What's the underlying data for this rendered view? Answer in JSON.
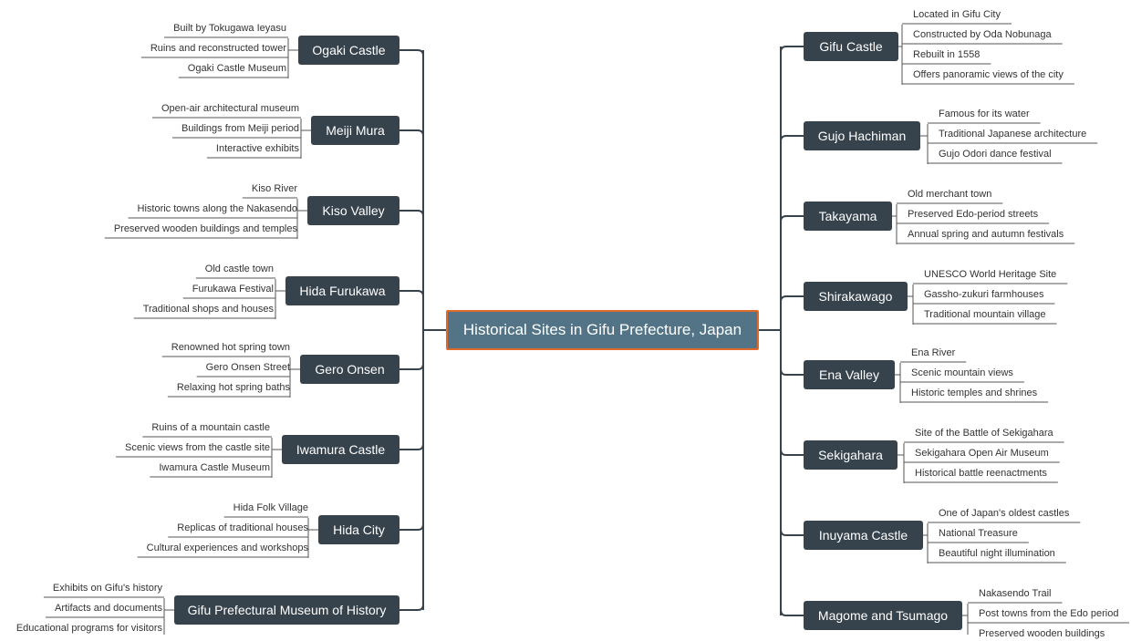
{
  "root": {
    "label": "Historical Sites in Gifu Prefecture, Japan"
  },
  "left": [
    {
      "label": "Ogaki Castle",
      "items": [
        "Built by Tokugawa Ieyasu",
        "Ruins and reconstructed tower",
        "Ogaki Castle Museum"
      ]
    },
    {
      "label": "Meiji Mura",
      "items": [
        "Open-air architectural museum",
        "Buildings from Meiji period",
        "Interactive exhibits"
      ]
    },
    {
      "label": "Kiso Valley",
      "items": [
        "Kiso River",
        "Historic towns along the Nakasendo",
        "Preserved wooden buildings and temples"
      ]
    },
    {
      "label": "Hida Furukawa",
      "items": [
        "Old castle town",
        "Furukawa Festival",
        "Traditional shops and houses"
      ]
    },
    {
      "label": "Gero Onsen",
      "items": [
        "Renowned hot spring town",
        "Gero Onsen Street",
        "Relaxing hot spring baths"
      ]
    },
    {
      "label": "Iwamura Castle",
      "items": [
        "Ruins of a mountain castle",
        "Scenic views from the castle site",
        "Iwamura Castle Museum"
      ]
    },
    {
      "label": "Hida City",
      "items": [
        "Hida Folk Village",
        "Replicas of traditional houses",
        "Cultural experiences and workshops"
      ]
    },
    {
      "label": "Gifu Prefectural Museum of History",
      "items": [
        "Exhibits on Gifu's history",
        "Artifacts and documents",
        "Educational programs for visitors"
      ]
    }
  ],
  "right": [
    {
      "label": "Gifu Castle",
      "items": [
        "Located in Gifu City",
        "Constructed by Oda Nobunaga",
        "Rebuilt in 1558",
        "Offers panoramic views of the city"
      ]
    },
    {
      "label": "Gujo Hachiman",
      "items": [
        "Famous for its water",
        "Traditional Japanese architecture",
        "Gujo Odori dance festival"
      ]
    },
    {
      "label": "Takayama",
      "items": [
        "Old merchant town",
        "Preserved Edo-period streets",
        "Annual spring and autumn festivals"
      ]
    },
    {
      "label": "Shirakawago",
      "items": [
        "UNESCO World Heritage Site",
        "Gassho-zukuri farmhouses",
        "Traditional mountain village"
      ]
    },
    {
      "label": "Ena Valley",
      "items": [
        "Ena River",
        "Scenic mountain views",
        "Historic temples and shrines"
      ]
    },
    {
      "label": "Sekigahara",
      "items": [
        "Site of the Battle of Sekigahara",
        "Sekigahara Open Air Museum",
        "Historical battle reenactments"
      ]
    },
    {
      "label": "Inuyama Castle",
      "items": [
        "One of Japan's oldest castles",
        "National Treasure",
        "Beautiful night illumination"
      ]
    },
    {
      "label": "Magome and Tsumago",
      "items": [
        "Nakasendo Trail",
        "Post towns from the Edo period",
        "Preserved wooden buildings"
      ]
    }
  ]
}
